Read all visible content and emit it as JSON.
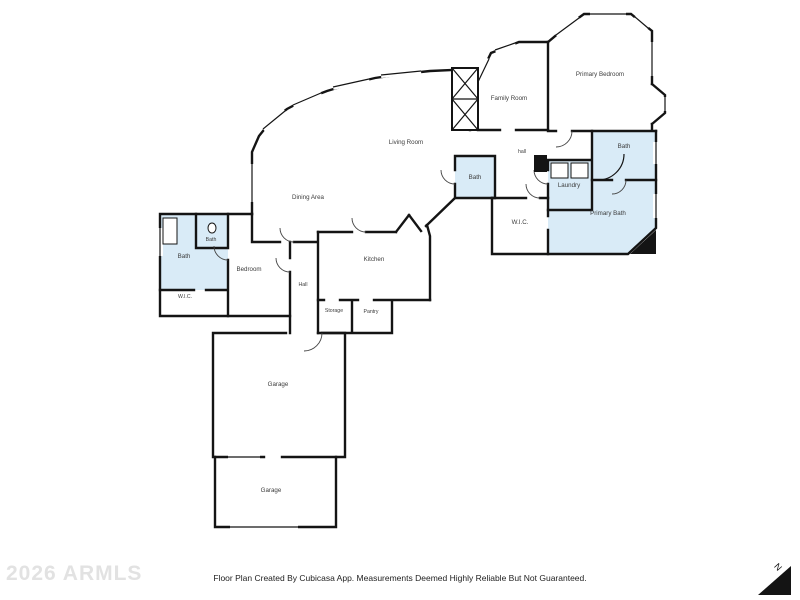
{
  "rooms": [
    {
      "label": "Primary Bedroom"
    },
    {
      "label": "Family Room"
    },
    {
      "label": "Living Room"
    },
    {
      "label": "hall"
    },
    {
      "label": "Bath"
    },
    {
      "label": "Laundry"
    },
    {
      "label": "Bath"
    },
    {
      "label": "W.I.C."
    },
    {
      "label": "Primary Bath"
    },
    {
      "label": "Dining Area"
    },
    {
      "label": "Bath"
    },
    {
      "label": "Bath"
    },
    {
      "label": "W.I.C."
    },
    {
      "label": "Bedroom"
    },
    {
      "label": "Hall"
    },
    {
      "label": "Kitchen"
    },
    {
      "label": "Storage"
    },
    {
      "label": "Pantry"
    },
    {
      "label": "Garage"
    },
    {
      "label": "Garage"
    }
  ],
  "footer": {
    "disclaimer": "Floor Plan Created By Cubicasa App. Measurements Deemed Highly Reliable But Not Guaranteed."
  },
  "watermark": {
    "text": "2026 ARMLS"
  },
  "compass": {
    "label": "N"
  },
  "colors": {
    "wall": "#141414",
    "bath_fill": "#d9ebf7",
    "label_text": "#3c3c3c",
    "watermark_text": "#e2e2e2",
    "footer_text": "#222222"
  }
}
